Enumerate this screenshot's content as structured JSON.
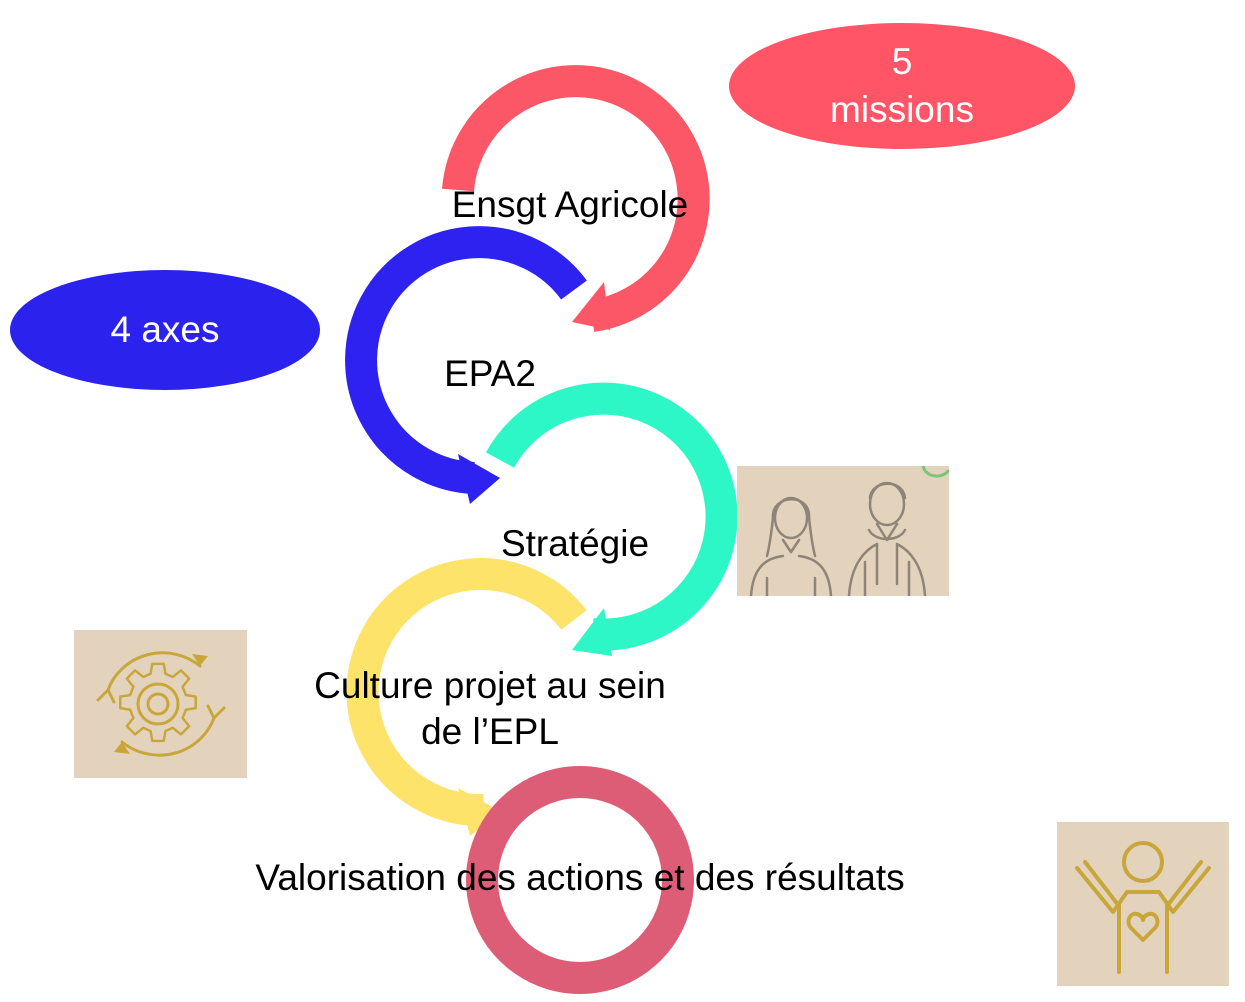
{
  "steps": [
    {
      "label": "Ensgt Agricole",
      "color": "#fb5766"
    },
    {
      "label": "EPA2",
      "color": "#2d22ef"
    },
    {
      "label": "Stratégie",
      "color": "#2ef7c7"
    },
    {
      "label": "Culture projet au sein",
      "label2": "de l’EPL",
      "color": "#fee36b"
    },
    {
      "label": "Valorisation des actions et des résultats",
      "color": "#dd5d77"
    }
  ],
  "callouts": {
    "missions": {
      "line1": "5",
      "line2": "missions",
      "color": "#ff5566"
    },
    "axes": {
      "label": "4 axes",
      "color": "#2b22ee"
    }
  },
  "icons": {
    "people": "students-icon",
    "gear": "gear-cycle-icon",
    "wellbeing": "person-heart-icon",
    "tile_color": "#e3d3bd",
    "icon_color": "#c9a63a"
  }
}
